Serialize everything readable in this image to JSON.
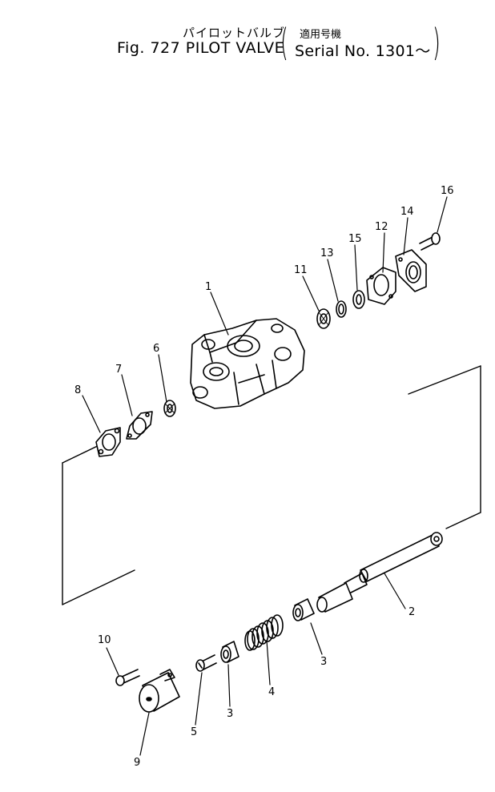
{
  "header": {
    "jp_title": "パイロットバルブ",
    "fig_title": "Fig. 727  PILOT  VALVE",
    "serial_jp": "適用号機",
    "serial": "Serial  No.  1301～"
  },
  "parts": [
    {
      "no": "1"
    },
    {
      "no": "2"
    },
    {
      "no": "3"
    },
    {
      "no": "3"
    },
    {
      "no": "4"
    },
    {
      "no": "5"
    },
    {
      "no": "6"
    },
    {
      "no": "7"
    },
    {
      "no": "8"
    },
    {
      "no": "9"
    },
    {
      "no": "10"
    },
    {
      "no": "11"
    },
    {
      "no": "12"
    },
    {
      "no": "13"
    },
    {
      "no": "14"
    },
    {
      "no": "15"
    },
    {
      "no": "16"
    }
  ]
}
